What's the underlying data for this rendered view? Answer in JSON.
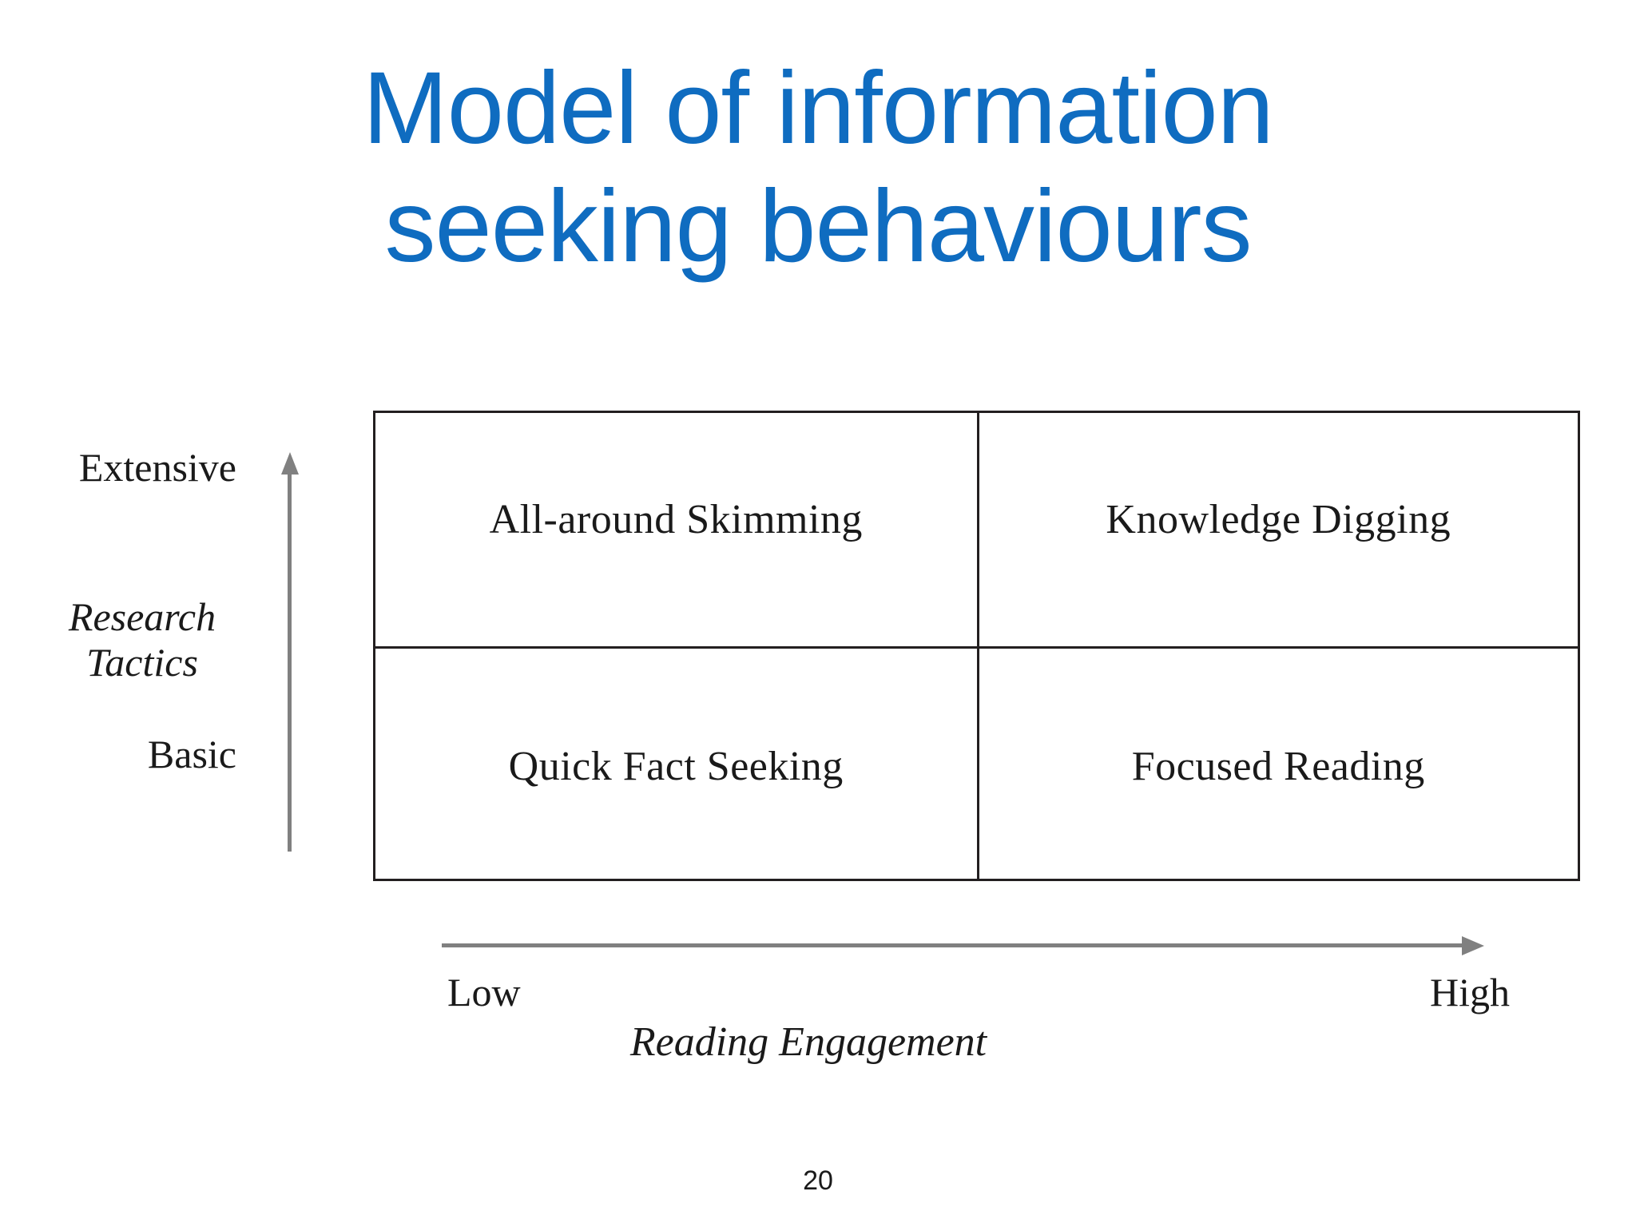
{
  "slide": {
    "title": "Model of information\nseeking behaviours",
    "title_color": "#0F6CC0",
    "page_number": "20"
  },
  "chart_data": {
    "type": "table",
    "title": "Model of information seeking behaviours",
    "xlabel": "Reading Engagement",
    "ylabel": "Research Tactics",
    "x_ticks": [
      "Low",
      "High"
    ],
    "y_ticks": [
      "Basic",
      "Extensive"
    ],
    "grid": true,
    "legend": "none",
    "axis_color": "#808080",
    "border_color": "#231f20",
    "quadrants": [
      {
        "x": "Low",
        "y": "Extensive",
        "label": "All-around Skimming"
      },
      {
        "x": "High",
        "y": "Extensive",
        "label": "Knowledge Digging"
      },
      {
        "x": "Low",
        "y": "Basic",
        "label": "Quick Fact Seeking"
      },
      {
        "x": "High",
        "y": "Basic",
        "label": "Focused Reading"
      }
    ],
    "rows": [
      {
        "level": "Extensive",
        "cells": [
          "All-around Skimming",
          "Knowledge Digging"
        ]
      },
      {
        "level": "Basic",
        "cells": [
          "Quick Fact Seeking",
          "Focused Reading"
        ]
      }
    ]
  },
  "matrix": {
    "y_axis": {
      "top_label": "Extensive",
      "bottom_label": "Basic",
      "axis_title": "Research\nTactics"
    },
    "x_axis": {
      "left_label": "Low",
      "right_label": "High",
      "axis_title": "Reading Engagement"
    },
    "cells": {
      "top_left": "All-around Skimming",
      "top_right": "Knowledge Digging",
      "bottom_left": "Quick Fact Seeking",
      "bottom_right": "Focused Reading"
    }
  }
}
